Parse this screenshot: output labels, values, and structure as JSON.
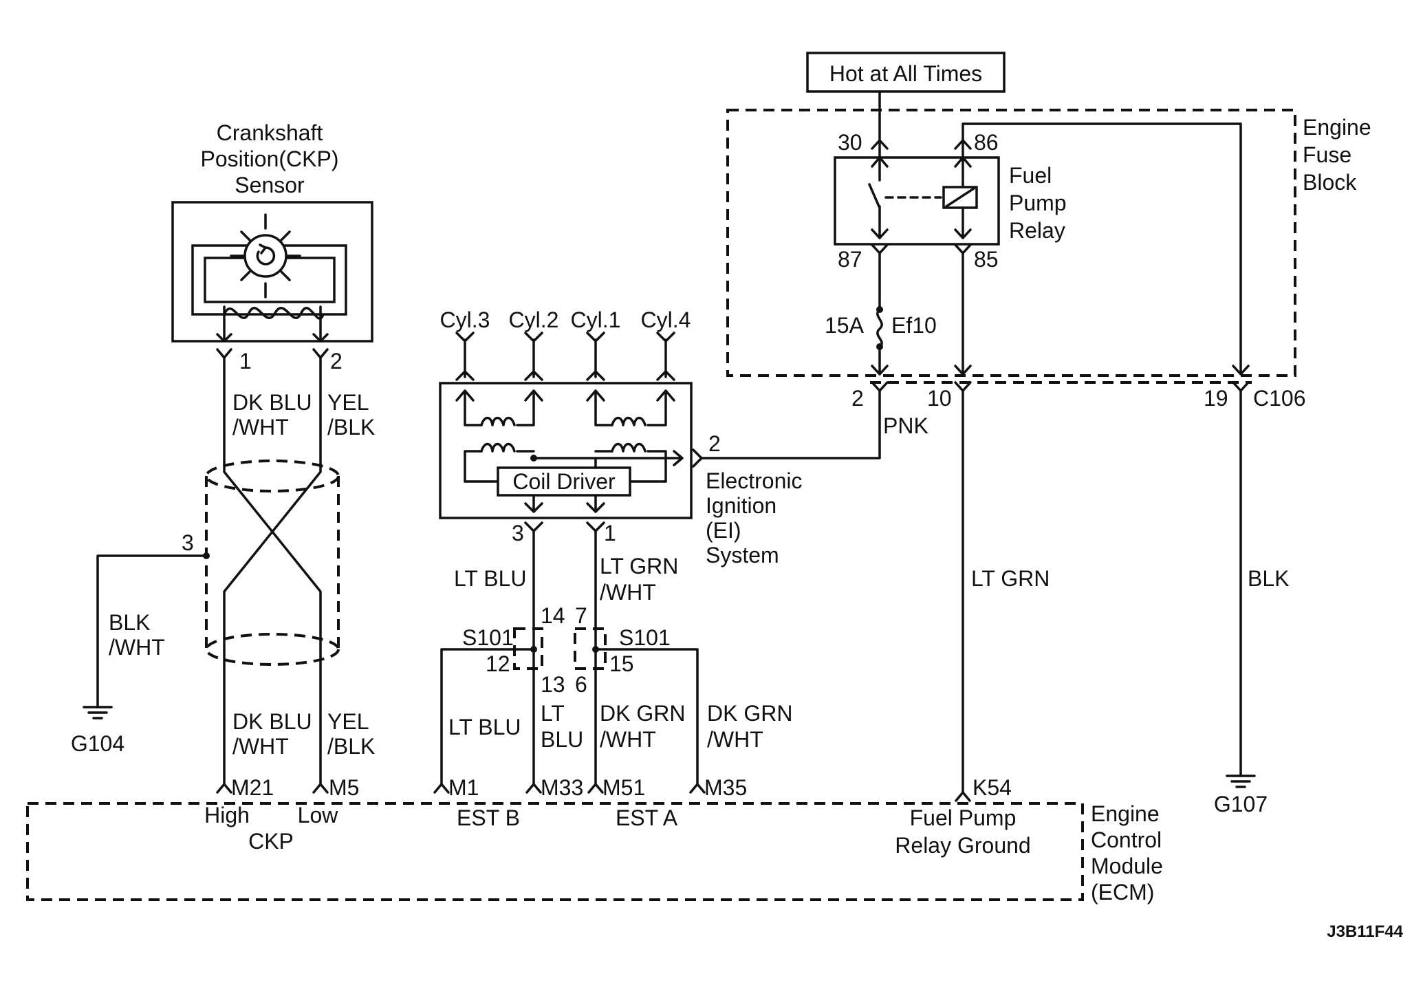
{
  "power": {
    "hot": "Hot at All Times"
  },
  "fuse_block": {
    "l1": "Engine",
    "l2": "Fuse",
    "l3": "Block"
  },
  "relay": {
    "l1": "Fuel",
    "l2": "Pump",
    "l3": "Relay",
    "p30": "30",
    "p86": "86",
    "p87": "87",
    "p85": "85"
  },
  "fuse": {
    "rating": "15A",
    "name": "Ef10"
  },
  "c106": {
    "p2": "2",
    "p10": "10",
    "p19": "19",
    "name": "C106"
  },
  "wires": {
    "pnk": "PNK",
    "ltgrn": "LT GRN",
    "blk": "BLK",
    "dkblu1": "DK BLU",
    "dkblu2": "/WHT",
    "yel1": "YEL",
    "yel2": "/BLK",
    "blkwht1": "BLK",
    "blkwht2": "/WHT",
    "ltblu": "LT BLU",
    "ltgrnwht1": "LT GRN",
    "ltgrnwht2": "/WHT",
    "ltblu2a": "LT",
    "ltblu2b": "BLU",
    "dkgrn1": "DK GRN",
    "dkgrn2": "/WHT"
  },
  "ckp": {
    "t1": "Crankshaft",
    "t2": "Position(CKP)",
    "t3": "Sensor",
    "p1": "1",
    "p2": "2",
    "p3": "3"
  },
  "ei": {
    "cyl3": "Cyl.3",
    "cyl2": "Cyl.2",
    "cyl1": "Cyl.1",
    "cyl4": "Cyl.4",
    "driver": "Coil Driver",
    "p2": "2",
    "p3": "3",
    "p1": "1",
    "l1": "Electronic",
    "l2": "Ignition",
    "l3": "(EI)",
    "l4": "System"
  },
  "splice": {
    "name": "S101",
    "p14": "14",
    "p12": "12",
    "p13": "13",
    "p7": "7",
    "p15": "15",
    "p6": "6"
  },
  "grounds": {
    "g104": "G104",
    "g107": "G107"
  },
  "ecm": {
    "m21": "M21",
    "m5": "M5",
    "m1": "M1",
    "m33": "M33",
    "m51": "M51",
    "m35": "M35",
    "k54": "K54",
    "high": "High",
    "low": "Low",
    "ckp": "CKP",
    "estb": "EST B",
    "esta": "EST A",
    "fp1": "Fuel Pump",
    "fp2": "Relay Ground",
    "l1": "Engine",
    "l2": "Control",
    "l3": "Module",
    "l4": "(ECM)"
  },
  "figure_id": "J3B11F44"
}
